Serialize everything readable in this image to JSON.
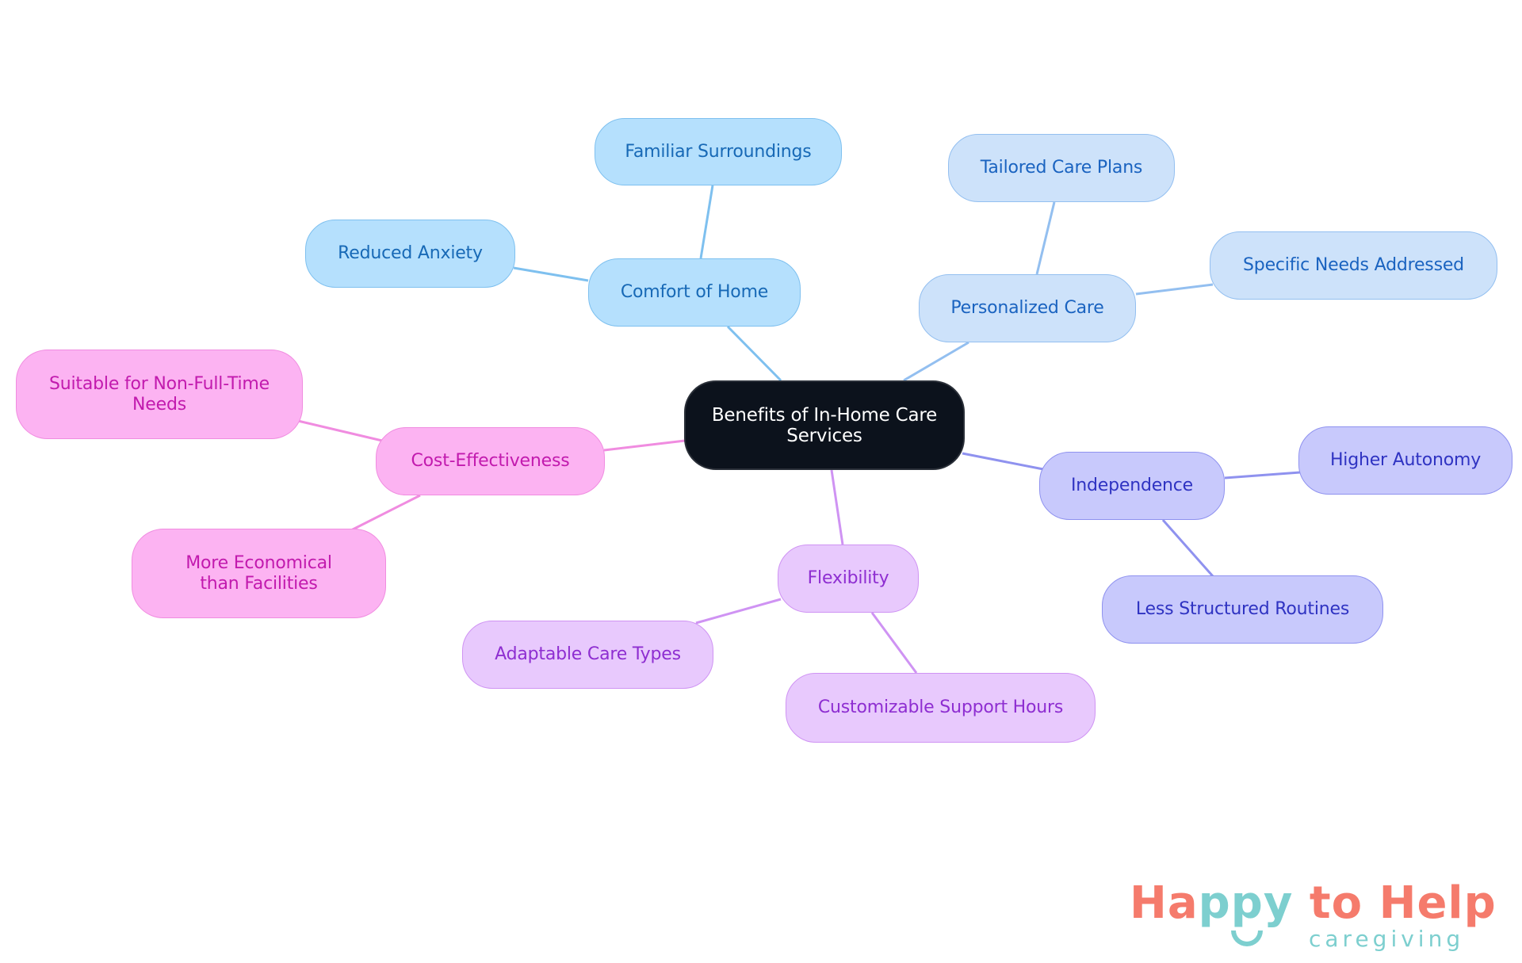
{
  "mindmap": {
    "root": {
      "label": "Benefits of In-Home Care Services"
    },
    "branches": [
      {
        "label": "Comfort of Home",
        "color": "#7ec0ef",
        "children": [
          "Familiar Surroundings",
          "Reduced Anxiety"
        ]
      },
      {
        "label": "Personalized Care",
        "color": "#93bff0",
        "children": [
          "Tailored Care Plans",
          "Specific Needs Addressed"
        ]
      },
      {
        "label": "Independence",
        "color": "#8f92ef",
        "children": [
          "Higher Autonomy",
          "Less Structured Routines"
        ]
      },
      {
        "label": "Flexibility",
        "color": "#cf93f3",
        "children": [
          "Adaptable Care Types",
          "Customizable Support Hours"
        ]
      },
      {
        "label": "Cost-Effectiveness",
        "color": "#f08ce0",
        "children": [
          "Suitable for Non-Full-Time Needs",
          "More Economical than Facilities"
        ]
      }
    ]
  },
  "logo": {
    "part1": "Ha",
    "part2": "ppy",
    "part3": " to Help",
    "tagline": "caregiving",
    "colors": {
      "coral": "#f57b6c",
      "teal": "#7dcfcf"
    }
  }
}
